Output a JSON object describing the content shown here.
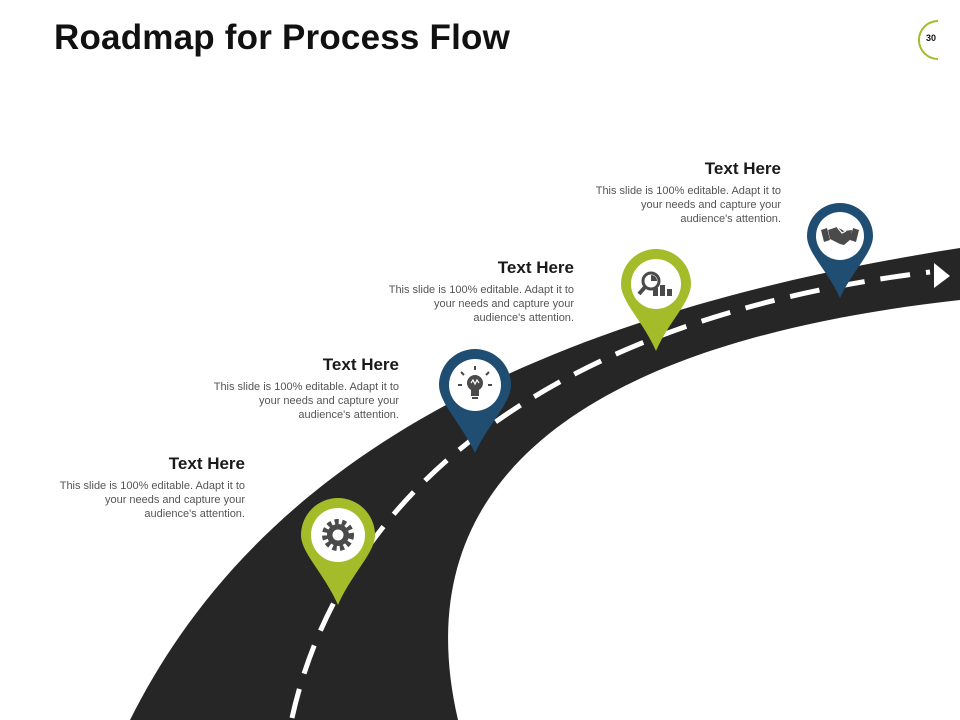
{
  "slide": {
    "title": "Roadmap for Process Flow",
    "page_number": "30"
  },
  "colors": {
    "green": "#a5bc2a",
    "blue": "#1f4e72",
    "road": "#262626",
    "dash": "#ffffff",
    "icon": "#4a4a4a"
  },
  "steps": [
    {
      "heading": "Text Here",
      "body": "This slide is 100% editable. Adapt it to your needs and capture your audience's attention.",
      "icon": "gear-icon",
      "color": "green"
    },
    {
      "heading": "Text Here",
      "body": "This slide is 100% editable. Adapt it to your needs and capture your audience's attention.",
      "icon": "lightbulb-icon",
      "color": "blue"
    },
    {
      "heading": "Text Here",
      "body": "This slide is 100% editable. Adapt it to your needs and capture your audience's attention.",
      "icon": "magnifier-chart-icon",
      "color": "green"
    },
    {
      "heading": "Text Here",
      "body": "This slide is 100% editable. Adapt it to your needs and capture your audience's attention.",
      "icon": "handshake-icon",
      "color": "blue"
    }
  ]
}
